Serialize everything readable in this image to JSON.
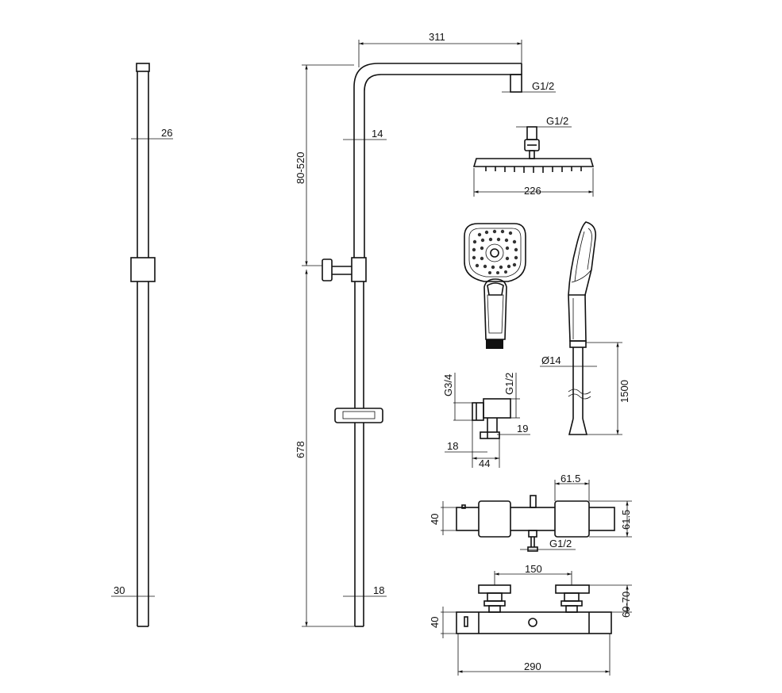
{
  "dimensions": {
    "rail_width": "26",
    "rail_base": "30",
    "arm_length": "311",
    "head_conn_top": "G1/2",
    "pipe_dia": "14",
    "height_adjust": "80-520",
    "pipe_height": "678",
    "pipe_base": "18",
    "head_conn": "G1/2",
    "head_width": "226",
    "hose_dia": "Ø14",
    "hose_length": "1500",
    "elbow_inlet": "G3/4",
    "elbow_outlet": "G1/2",
    "elbow_depth": "19",
    "elbow_offset": "18",
    "elbow_width": "44",
    "mixer_knob_width": "61.5",
    "mixer_height_left": "40",
    "mixer_depth_right": "61.5",
    "mixer_outlet": "G1/2",
    "mixer_centers": "150",
    "mixer_height_bottom": "40",
    "mixer_wall_offset": "60-70",
    "mixer_length": "290"
  },
  "colors": {
    "line": "#111111",
    "background": "#ffffff"
  }
}
